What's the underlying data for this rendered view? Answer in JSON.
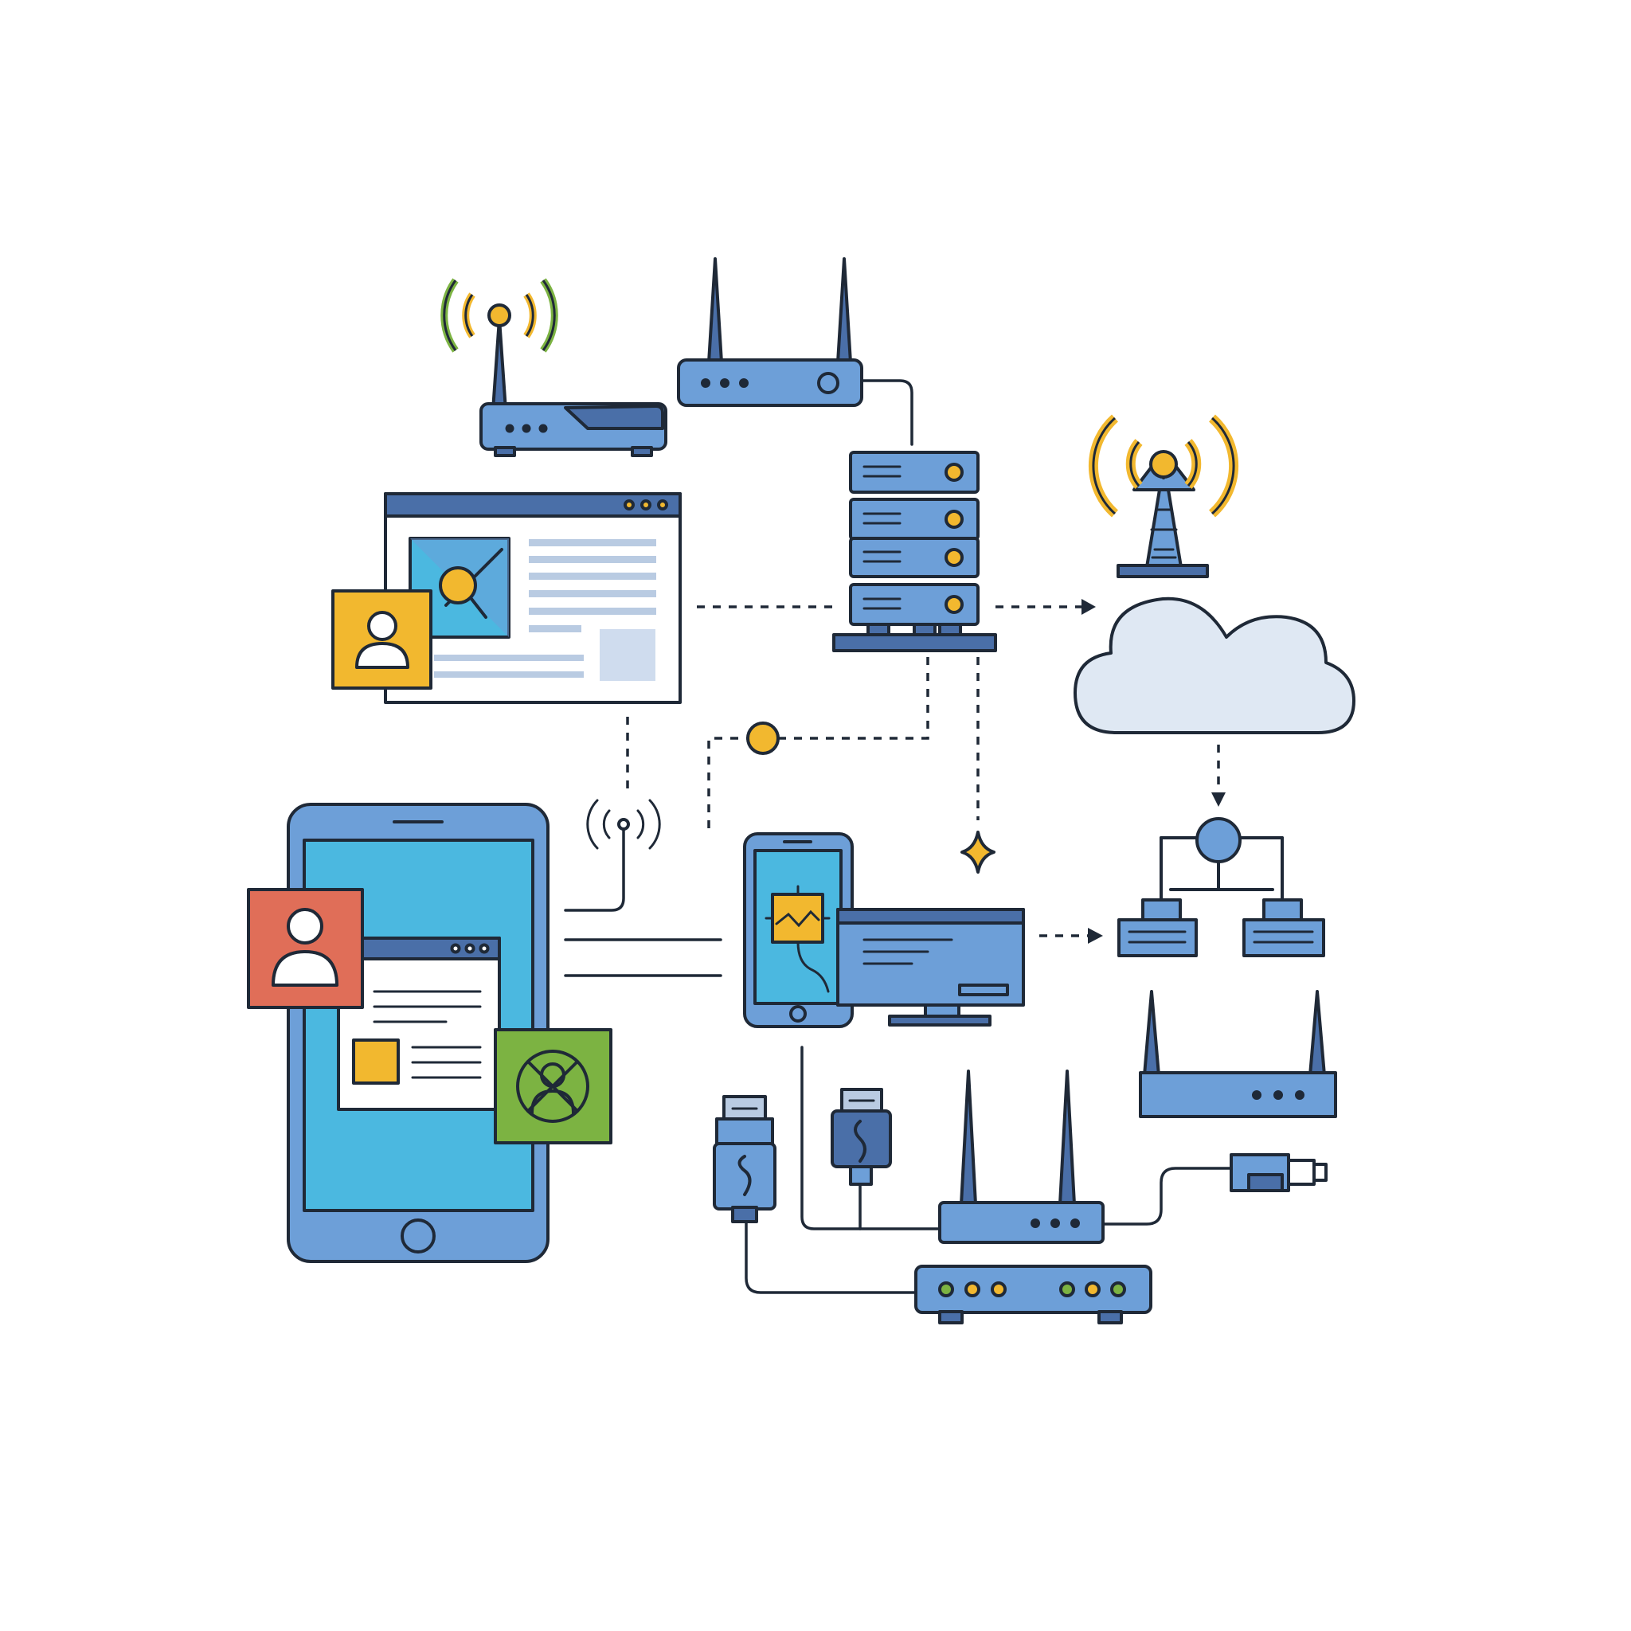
{
  "colors": {
    "background": "#ffffff",
    "outline": "#1f2937",
    "device_blue": "#6d9fd8",
    "device_dark": "#4a6fa8",
    "screen_cyan": "#4bb8e0",
    "accent_yellow": "#f2b82f",
    "accent_green": "#7cb342",
    "accent_red": "#e06e58",
    "cloud_fill": "#dfe8f3",
    "text_line": "#b9cbe2"
  },
  "nodes": [
    {
      "id": "wifi-router-left",
      "icon": "wifi-router-icon"
    },
    {
      "id": "router-top",
      "icon": "router-icon"
    },
    {
      "id": "server-rack",
      "icon": "server-icon"
    },
    {
      "id": "cell-tower",
      "icon": "cell-tower-icon"
    },
    {
      "id": "cloud",
      "icon": "cloud-icon"
    },
    {
      "id": "browser-window",
      "icon": "browser-window-icon"
    },
    {
      "id": "tablet",
      "icon": "tablet-icon"
    },
    {
      "id": "smartphone-monitor",
      "icon": "phone-and-monitor-icon"
    },
    {
      "id": "network-hierarchy",
      "icon": "network-hierarchy-icon"
    },
    {
      "id": "router-right",
      "icon": "router-icon"
    },
    {
      "id": "router-bottom",
      "icon": "router-icon"
    },
    {
      "id": "modem",
      "icon": "modem-icon"
    },
    {
      "id": "usb-plug-left",
      "icon": "usb-plug-icon"
    },
    {
      "id": "usb-plug-middle",
      "icon": "usb-plug-icon"
    },
    {
      "id": "usb-connector-right",
      "icon": "usb-connector-icon"
    }
  ]
}
